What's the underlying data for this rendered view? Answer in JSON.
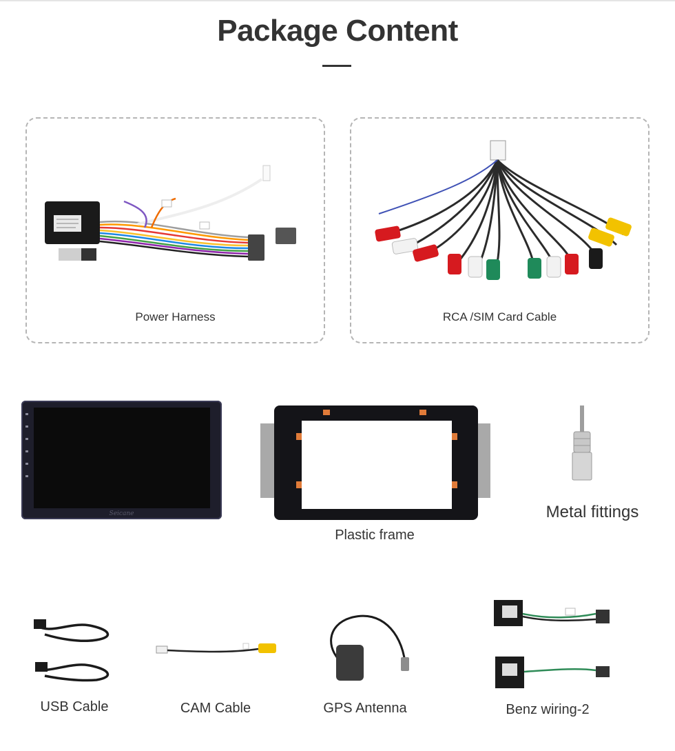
{
  "page": {
    "title": "Package Content"
  },
  "items": [
    {
      "label": "Power Harness"
    },
    {
      "label": "RCA /SIM Card Cable"
    },
    {
      "label": "Plastic frame"
    },
    {
      "label": "Metal fittings"
    },
    {
      "label": "USB Cable"
    },
    {
      "label": "CAM Cable"
    },
    {
      "label": "GPS Antenna"
    },
    {
      "label": "Benz wiring-2"
    }
  ],
  "head_unit": {
    "brand": "Seicane"
  },
  "colors": {
    "accent": "#333333",
    "card_border": "#b5b5b5",
    "rca_red": "#d61a1f",
    "rca_white": "#f2f2f2",
    "rca_yellow": "#f2c200",
    "rca_green": "#1f8a5a"
  }
}
